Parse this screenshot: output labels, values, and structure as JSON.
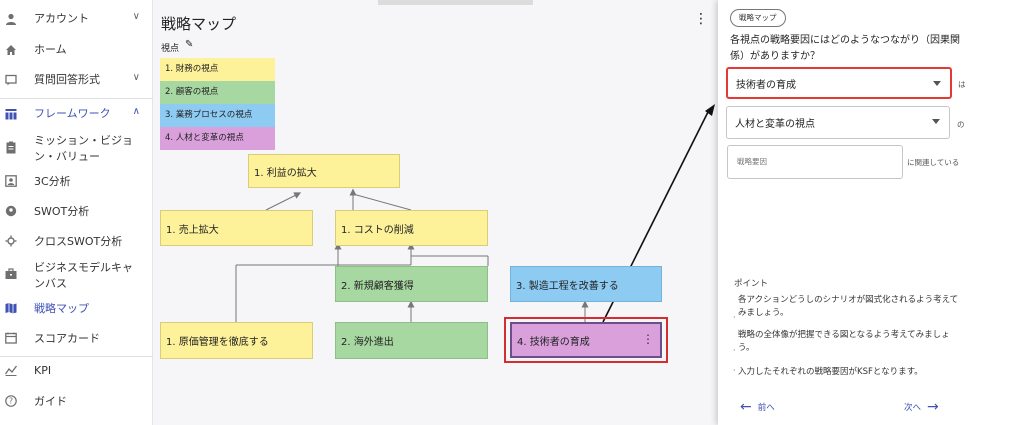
{
  "sidebar": {
    "items": [
      {
        "label": "アカウント",
        "icon": "person-icon",
        "chev": "∨"
      },
      {
        "label": "ホーム",
        "icon": "home-icon",
        "chev": ""
      },
      {
        "label": "質問回答形式",
        "icon": "chat-icon",
        "chev": "∨"
      },
      {
        "label": "フレームワーク",
        "icon": "framework-icon",
        "chev": "∧"
      },
      {
        "label": "ミッション・ビジョン・バリュー",
        "icon": "clipboard-icon",
        "chev": ""
      },
      {
        "label": "3C分析",
        "icon": "person-box-icon",
        "chev": ""
      },
      {
        "label": "SWOT分析",
        "icon": "pin-icon",
        "chev": ""
      },
      {
        "label": "クロスSWOT分析",
        "icon": "gear-icon",
        "chev": ""
      },
      {
        "label": "ビジネスモデルキャンバス",
        "icon": "briefcase-icon",
        "chev": ""
      },
      {
        "label": "戦略マップ",
        "icon": "map-icon",
        "chev": ""
      },
      {
        "label": "スコアカード",
        "icon": "scorecard-icon",
        "chev": ""
      },
      {
        "label": "KPI",
        "icon": "trend-icon",
        "chev": ""
      },
      {
        "label": "ガイド",
        "icon": "help-icon",
        "chev": ""
      }
    ]
  },
  "main": {
    "title": "戦略マップ",
    "view_label": "視点",
    "legend": [
      "1. 財務の視点",
      "2. 顧客の視点",
      "3. 業務プロセスの視点",
      "4. 人材と変革の視点"
    ],
    "nodes": {
      "profit": "1. 利益の拡大",
      "sales": "1. 売上拡大",
      "cost": "1. コストの削減",
      "newcust": "2. 新規顧客獲得",
      "process": "3. 製造工程を改善する",
      "costmgmt": "1. 原価管理を徹底する",
      "overseas": "2. 海外進出",
      "training": "4. 技術者の育成"
    }
  },
  "panel": {
    "chip": "戦略マップ",
    "question": "各視点の戦略要因にはどのようなつながり（因果関係）がありますか？",
    "select1": "技術者の育成",
    "suffix1": "は",
    "select2": "人材と変革の視点",
    "suffix2": "の",
    "field_placeholder": "戦略要因",
    "suffix3": "に関連している",
    "points_title": "ポイント",
    "points": [
      "各アクションどうしのシナリオが図式化されるよう考えてみましょう。",
      "戦略の全体像が把握できる図となるよう考えてみましょう。",
      "入力したそれぞれの戦略要因がKSFとなります。"
    ],
    "prev": "前へ",
    "next": "次へ"
  },
  "colors": {
    "accent": "#3f51b5",
    "financial": "#fdf29a",
    "customer": "#a8d8a1",
    "process": "#8ecbf2",
    "people": "#d9a0dc",
    "highlight": "#d32f2f"
  }
}
